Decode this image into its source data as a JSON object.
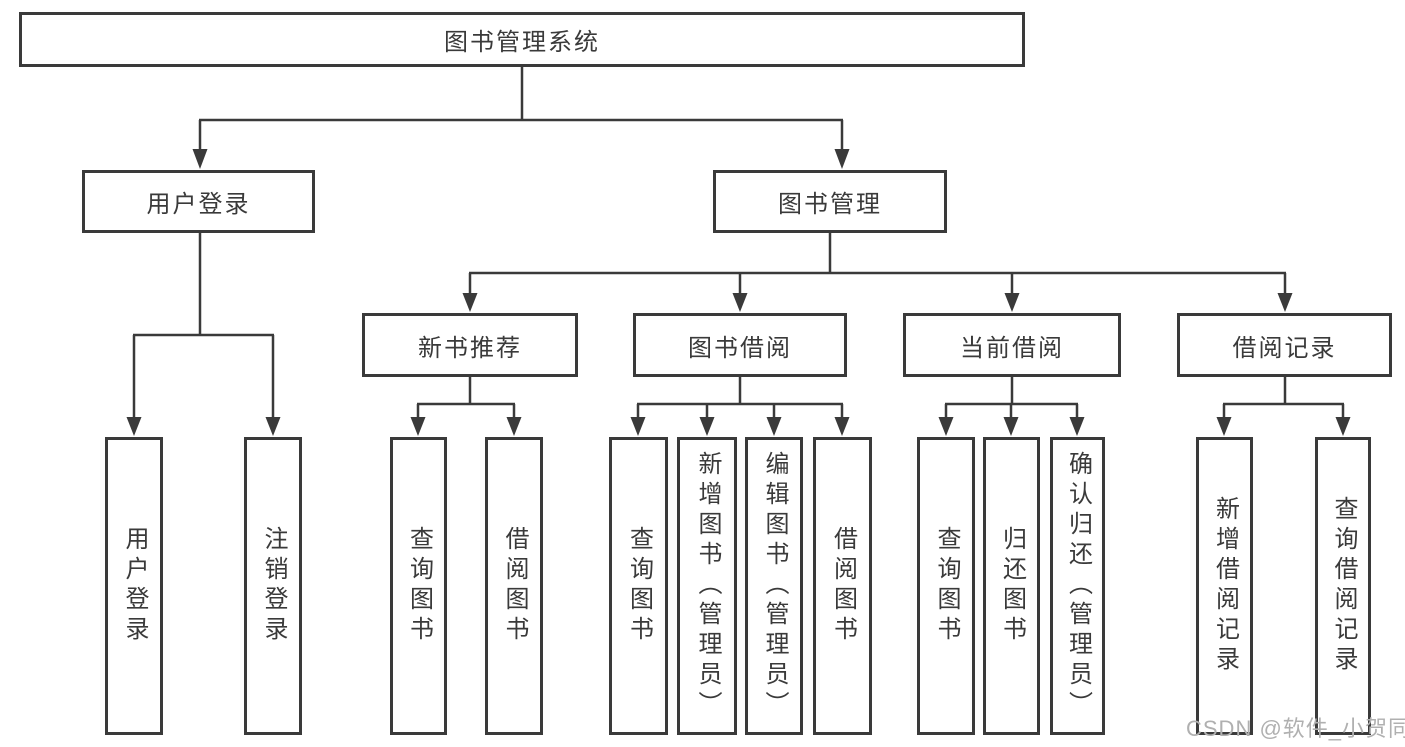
{
  "diagram": {
    "type": "hierarchy",
    "tree": {
      "label": "图书管理系统",
      "children": [
        {
          "label": "用户登录",
          "children": [
            {
              "label": "用户登录"
            },
            {
              "label": "注销登录"
            }
          ]
        },
        {
          "label": "图书管理",
          "children": [
            {
              "label": "新书推荐",
              "children": [
                {
                  "label": "查询图书"
                },
                {
                  "label": "借阅图书"
                }
              ]
            },
            {
              "label": "图书借阅",
              "children": [
                {
                  "label": "查询图书"
                },
                {
                  "label": "新增图书（管理员）"
                },
                {
                  "label": "编辑图书（管理员）"
                },
                {
                  "label": "借阅图书"
                }
              ]
            },
            {
              "label": "当前借阅",
              "children": [
                {
                  "label": "查询图书"
                },
                {
                  "label": "归还图书"
                },
                {
                  "label": "确认归还（管理员）"
                }
              ]
            },
            {
              "label": "借阅记录",
              "children": [
                {
                  "label": "新增借阅记录"
                },
                {
                  "label": "查询借阅记录"
                }
              ]
            }
          ]
        }
      ]
    }
  },
  "watermark": {
    "text": "CSDN @软件_小贺同学"
  },
  "colors": {
    "line": "#3a3a3a",
    "box_border": "#3a3a3a",
    "text": "#3a3a3a",
    "background": "#ffffff",
    "watermark": "#b0b0b0"
  }
}
